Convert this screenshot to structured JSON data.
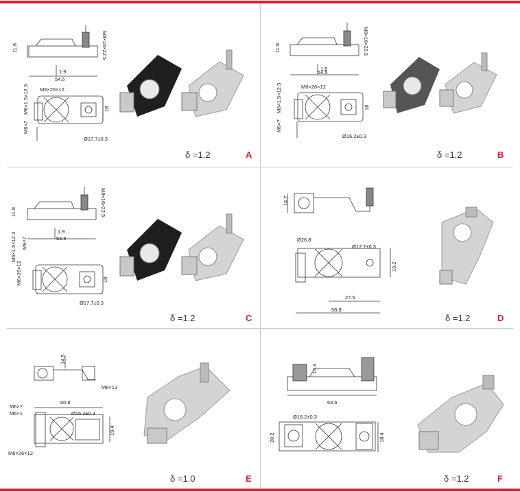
{
  "colors": {
    "accent": "#e31d2b",
    "divider": "#c8c8c8",
    "metal": "#d4d4d4",
    "black_cover": "#1f1f1f",
    "grey_cover": "#555555"
  },
  "panels": [
    {
      "letter": "A",
      "delta": "δ =1.2",
      "dims": {
        "bolt": "M8×16×22.5",
        "height": "11.8",
        "width": "54.5",
        "angle": "1:9",
        "nut": "M6×26×12",
        "screw": "M6×1.5×12.3",
        "small": "M6×7",
        "side": "18",
        "dia": "Ø17.7±0.3"
      }
    },
    {
      "letter": "B",
      "delta": "δ =1.2",
      "dims": {
        "bolt": "M8×16×22.5",
        "height": "11.8",
        "width": "54.5",
        "angle": "1:9",
        "nut": "M6×26×12",
        "screw": "M6×1.5×12.3",
        "small": "M6×7",
        "side": "18",
        "dia": "Ø16.2±0.3"
      }
    },
    {
      "letter": "C",
      "delta": "δ =1.2",
      "dims": {
        "bolt": "M8×16×22.5",
        "height": "11.8",
        "width": "54.5",
        "angle": "1:9",
        "nut": "M6×26×12",
        "screw": "M6×1.5×12.3",
        "small": "M6×7",
        "side": "18",
        "dia": "Ø17.7±0.3"
      }
    },
    {
      "letter": "D",
      "delta": "δ =1.2",
      "dims": {
        "height": "14.7",
        "ring": "Ø26.8",
        "dia": "Ø17.7±0.3",
        "side": "19.2",
        "inner": "27.5",
        "width": "58.8"
      }
    },
    {
      "letter": "E",
      "delta": "δ =1.0",
      "dims": {
        "height": "14.5",
        "bolt": "M8×13",
        "width": "60.8",
        "small": "M6×7",
        "thread": "M6×1",
        "dia": "Ø16.2±0.3",
        "side": "19.4",
        "nut": "M6×26×12"
      }
    },
    {
      "letter": "F",
      "delta": "δ =1.2",
      "dims": {
        "height": "13.3",
        "width": "63.6",
        "dia": "Ø16.2±0.3",
        "left": "20.2",
        "side": "18.4"
      }
    }
  ]
}
